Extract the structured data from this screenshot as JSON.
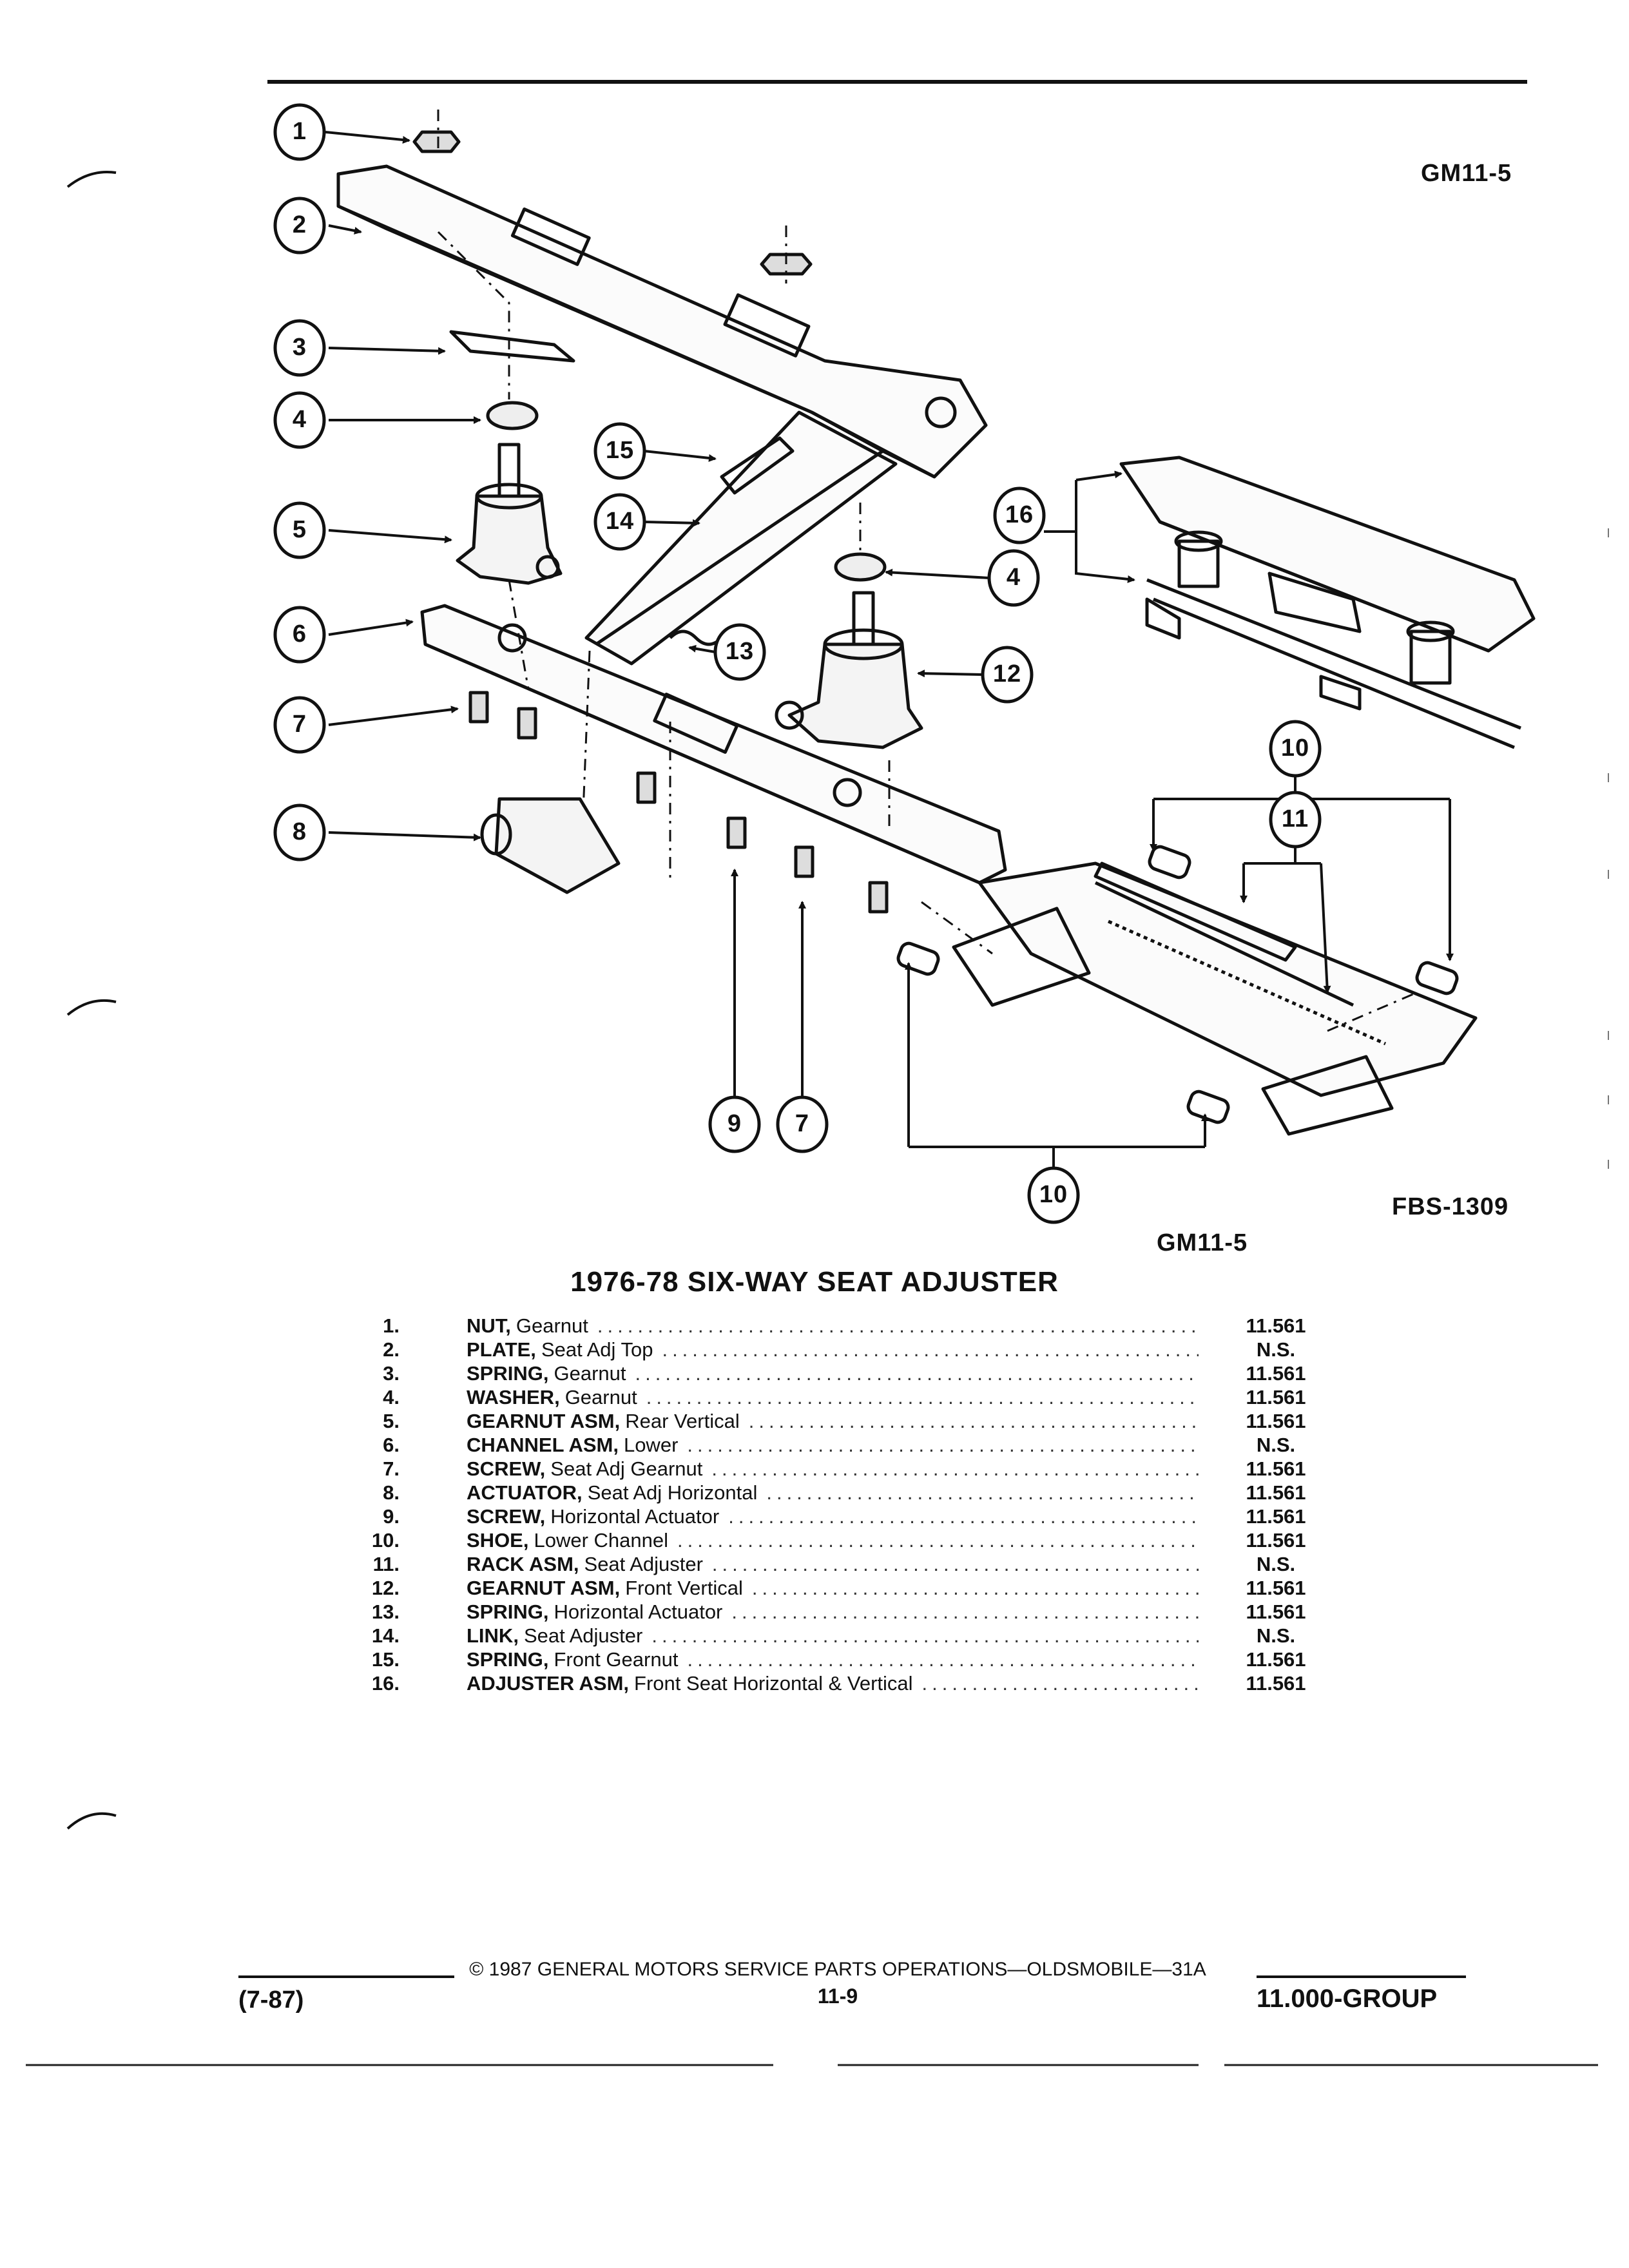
{
  "header": {
    "figure_code_top": "GM11-5",
    "drawing_number": "FBS-1309",
    "figure_code_bottom": "GM11-5"
  },
  "diagram": {
    "callouts": [
      "1",
      "2",
      "3",
      "4",
      "5",
      "6",
      "7",
      "8",
      "9",
      "7",
      "10",
      "11",
      "10",
      "16",
      "4",
      "12",
      "13",
      "14",
      "15",
      "10"
    ]
  },
  "title": "1976-78 SIX-WAY SEAT ADJUSTER",
  "parts": [
    {
      "num": "1.",
      "name": "NUT,",
      "desc": "Gearnut",
      "code": "11.561"
    },
    {
      "num": "2.",
      "name": "PLATE,",
      "desc": "Seat Adj Top",
      "code": "N.S."
    },
    {
      "num": "3.",
      "name": "SPRING,",
      "desc": "Gearnut",
      "code": "11.561"
    },
    {
      "num": "4.",
      "name": "WASHER,",
      "desc": "Gearnut",
      "code": "11.561"
    },
    {
      "num": "5.",
      "name": "GEARNUT ASM,",
      "desc": "Rear Vertical",
      "code": "11.561"
    },
    {
      "num": "6.",
      "name": "CHANNEL ASM,",
      "desc": "Lower",
      "code": "N.S."
    },
    {
      "num": "7.",
      "name": "SCREW,",
      "desc": "Seat Adj Gearnut",
      "code": "11.561"
    },
    {
      "num": "8.",
      "name": "ACTUATOR,",
      "desc": "Seat Adj Horizontal",
      "code": "11.561"
    },
    {
      "num": "9.",
      "name": "SCREW,",
      "desc": "Horizontal Actuator",
      "code": "11.561"
    },
    {
      "num": "10.",
      "name": "SHOE,",
      "desc": "Lower Channel",
      "code": "11.561"
    },
    {
      "num": "11.",
      "name": "RACK ASM,",
      "desc": "Seat Adjuster",
      "code": "N.S."
    },
    {
      "num": "12.",
      "name": "GEARNUT ASM,",
      "desc": "Front Vertical",
      "code": "11.561"
    },
    {
      "num": "13.",
      "name": "SPRING,",
      "desc": "Horizontal Actuator",
      "code": "11.561"
    },
    {
      "num": "14.",
      "name": "LINK,",
      "desc": "Seat Adjuster",
      "code": "N.S."
    },
    {
      "num": "15.",
      "name": "SPRING,",
      "desc": "Front Gearnut",
      "code": "11.561"
    },
    {
      "num": "16.",
      "name": "ADJUSTER ASM,",
      "desc": "Front Seat Horizontal & Vertical",
      "code": "11.561"
    }
  ],
  "footer": {
    "copyright": "© 1987 GENERAL MOTORS SERVICE PARTS OPERATIONS—OLDSMOBILE—31A",
    "page": "11-9",
    "date": "(7-87)",
    "group": "11.000-GROUP"
  }
}
